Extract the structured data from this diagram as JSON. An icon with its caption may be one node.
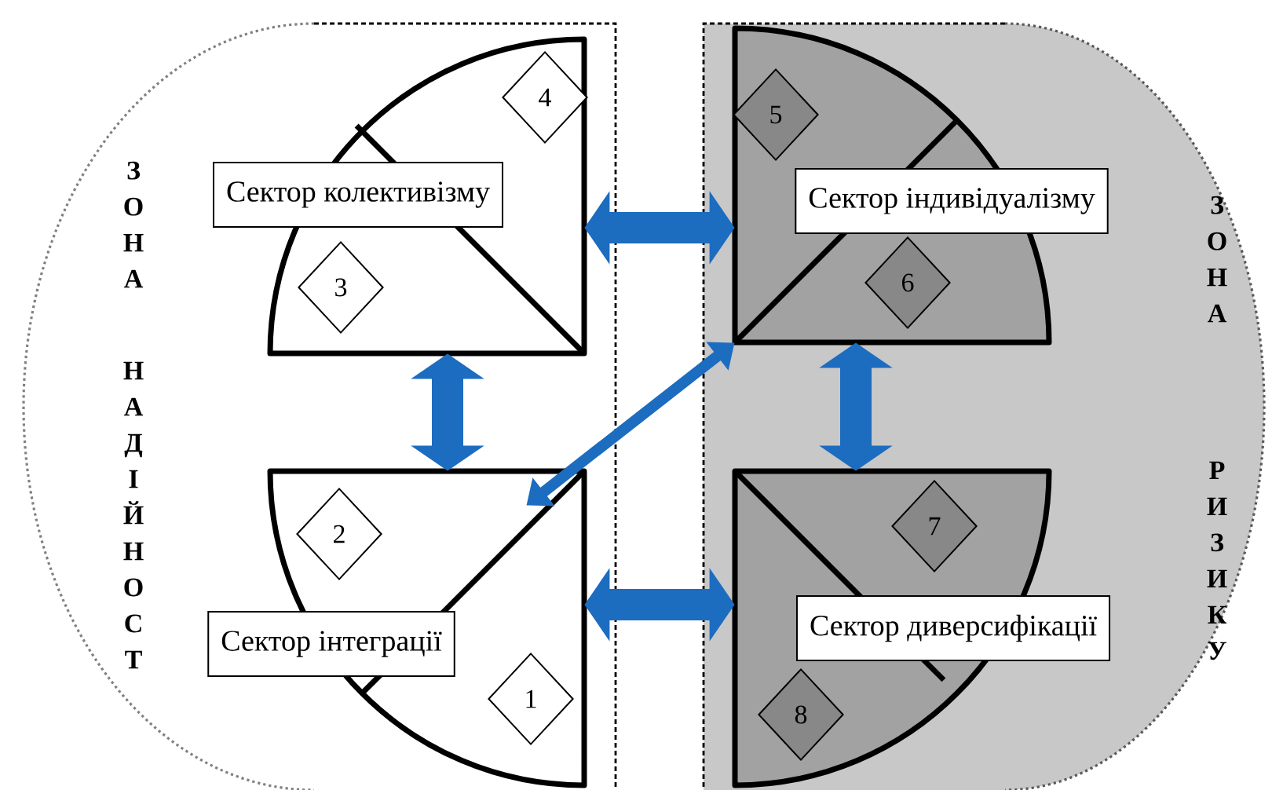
{
  "diagram": {
    "nodes": [
      {
        "text": [
          "ЗОНА",
          "НАДІЙНОСТ"
        ]
      },
      {
        "text": [
          "ЗОНА",
          "РИЗИКУ"
        ]
      },
      {
        "text": [],
        "shape": "sector",
        "in": 0
      },
      {
        "text": [
          "Сектор колективізму"
        ],
        "in": 0
      },
      {
        "text": [
          "4"
        ],
        "in": 2
      },
      {
        "text": [
          "3"
        ],
        "in": 2
      },
      {
        "text": [],
        "shape": "sector",
        "in": 1
      },
      {
        "text": [
          "Сектор індивідуалізму"
        ],
        "in": 1
      },
      {
        "text": [
          "5"
        ],
        "in": 6
      },
      {
        "text": [
          "6"
        ],
        "in": 6
      },
      {
        "text": [],
        "shape": "sector",
        "in": 0
      },
      {
        "text": [
          "Сектор інтеграції"
        ],
        "in": 0
      },
      {
        "text": [
          "2"
        ],
        "in": 10
      },
      {
        "text": [
          "1"
        ],
        "in": 10
      },
      {
        "text": [],
        "shape": "sector",
        "in": 1
      },
      {
        "text": [
          "Сектор диверсифікації"
        ],
        "in": 1
      },
      {
        "text": [
          "7"
        ],
        "in": 14
      },
      {
        "text": [
          "8"
        ],
        "in": 14
      }
    ],
    "edges": [
      {
        "from": 2,
        "to": 6,
        "arrow": "both"
      },
      {
        "from": 2,
        "to": 10,
        "arrow": "both"
      },
      {
        "from": 6,
        "to": 14,
        "arrow": "both"
      },
      {
        "from": 6,
        "to": 10,
        "arrow": "both"
      },
      {
        "from": 10,
        "to": 14,
        "arrow": "both"
      }
    ]
  }
}
